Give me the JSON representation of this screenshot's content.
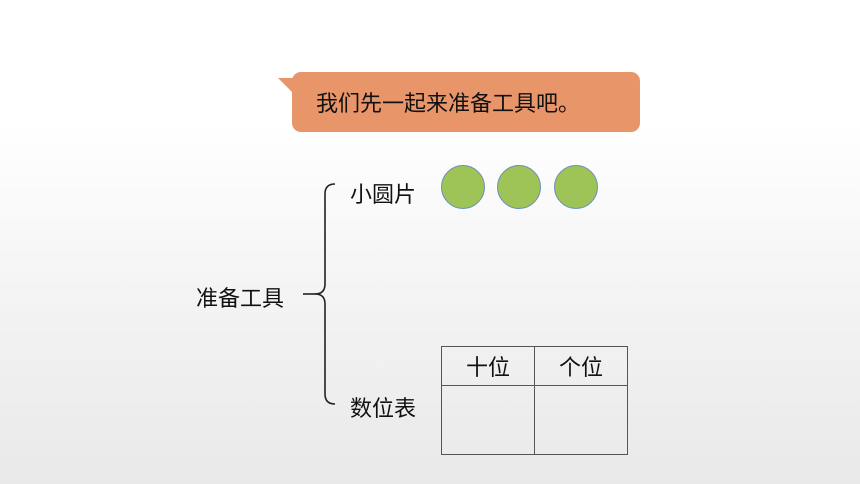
{
  "bubble": {
    "text": "我们先一起来准备工具吧。"
  },
  "root_label": "准备工具",
  "items": {
    "counters_label": "小圆片",
    "place_chart_label": "数位表"
  },
  "counters": {
    "count": 3,
    "fill": "#9ec356",
    "border": "#6b8fb8"
  },
  "place_table": {
    "headers": [
      "十位",
      "个位"
    ],
    "cells": [
      "",
      ""
    ]
  },
  "colors": {
    "bubble": "#e9956a",
    "text": "#111111"
  }
}
